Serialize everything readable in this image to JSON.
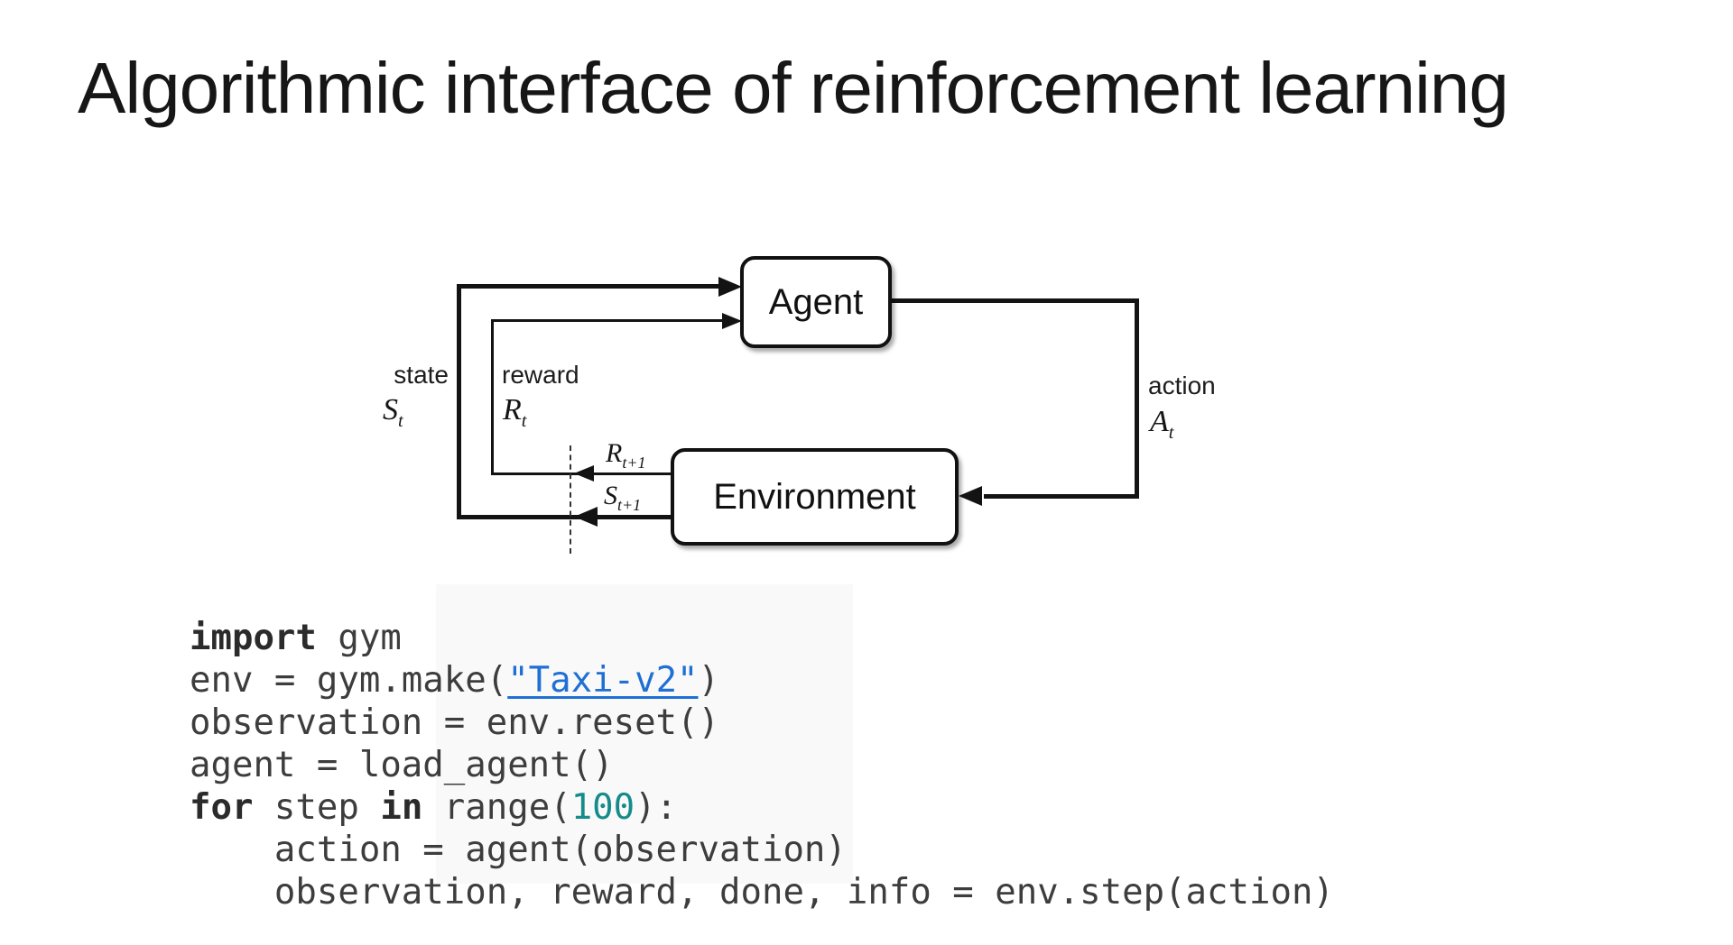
{
  "slide": {
    "title": "Algorithmic interface of reinforcement learning"
  },
  "diagram": {
    "agent_label": "Agent",
    "environment_label": "Environment",
    "state_label": "state",
    "reward_label": "reward",
    "action_label": "action",
    "state_symbol": {
      "main": "S",
      "sub": "t"
    },
    "reward_symbol": {
      "main": "R",
      "sub": "t"
    },
    "action_symbol": {
      "main": "A",
      "sub": "t"
    },
    "next_reward_symbol": {
      "main": "R",
      "sub": "t+1"
    },
    "next_state_symbol": {
      "main": "S",
      "sub": "t+1"
    }
  },
  "code": {
    "lines": [
      [
        {
          "t": "import",
          "c": "kw"
        },
        {
          "t": " gym",
          "c": "plain"
        }
      ],
      [
        {
          "t": "env = gym.make(",
          "c": "plain"
        },
        {
          "t": "\"Taxi-v2\"",
          "c": "link"
        },
        {
          "t": ")",
          "c": "plain"
        }
      ],
      [
        {
          "t": "observation = env.reset()",
          "c": "plain"
        }
      ],
      [
        {
          "t": "agent = load_agent()",
          "c": "plain"
        }
      ],
      [
        {
          "t": "for",
          "c": "kw"
        },
        {
          "t": " step ",
          "c": "plain"
        },
        {
          "t": "in",
          "c": "kw"
        },
        {
          "t": " range(",
          "c": "plain"
        },
        {
          "t": "100",
          "c": "num"
        },
        {
          "t": "):",
          "c": "plain"
        }
      ],
      [
        {
          "t": "    action = agent(observation)",
          "c": "plain"
        }
      ],
      [
        {
          "t": "    observation, reward, done, info = env.step(action)",
          "c": "plain"
        }
      ]
    ]
  },
  "colors": {
    "background": "#ffffff",
    "title_text": "#161616",
    "diagram_line": "#131313",
    "code_text": "#3d3d3d",
    "code_keyword": "#2b2b2b",
    "code_string_link": "#1f6fd4",
    "code_number": "#178b8b"
  }
}
